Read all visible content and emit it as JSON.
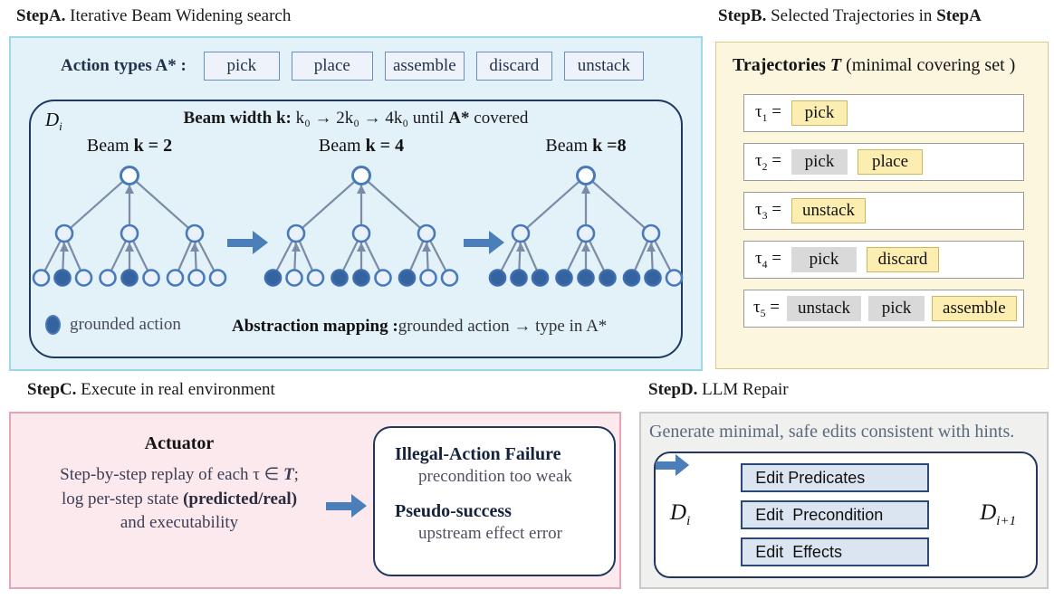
{
  "colors": {
    "panelA_bg": "#e3f1f9",
    "panelA_border": "#9dd8ea",
    "panelB_bg": "#fcf6df",
    "panelB_border": "#d9c98c",
    "panelC_bg": "#fbe9ee",
    "panelC_border": "#e4a4b4",
    "panelD_bg": "#f0f0ee",
    "panelD_border": "#c9c9c9",
    "inner_box_border": "#1e3a5e",
    "arrow_blue": "#4b7fb9",
    "tree_edge": "#7b8ca6",
    "node_stroke": "#4779bb",
    "node_filled_fill": "#34639f",
    "node_open_fill": "#eaf1fb",
    "chip_yellow_bg": "#fceeb0",
    "chip_yellow_border": "#ccb75f",
    "chip_gray_bg": "#d9d9d9",
    "edit_box_bg": "#dbe5f1",
    "edit_box_border": "#2a4a75",
    "action_btn_bg": "#edf2fb",
    "action_btn_border": "#6d8ebd"
  },
  "stepA": {
    "title_bold": "StepA.",
    "title_rest": " Iterative Beam Widening search",
    "action_label": "Action types A* :",
    "action_types": {
      "0": "pick",
      "1": "place",
      "2": "assemble",
      "3": "discard",
      "4": "unstack"
    },
    "domain_symbol": "D",
    "domain_sub": "i",
    "beam_header_bold": "Beam width k:",
    "beam_header_mid": " k₀ → 2k₀ → 4k₀ until ",
    "beam_header_bold2": "A*",
    "beam_header_end": " covered",
    "trees": [
      {
        "title_pre": "Beam ",
        "title_bold": "k = 2",
        "leaves": [
          0,
          1,
          0,
          0,
          1,
          0,
          0,
          0,
          0
        ]
      },
      {
        "title_pre": "Beam ",
        "title_bold": "k = 4",
        "leaves": [
          1,
          0,
          0,
          1,
          1,
          0,
          1,
          0,
          0
        ]
      },
      {
        "title_pre": "Beam ",
        "title_bold": "k =8",
        "leaves": [
          1,
          1,
          1,
          1,
          1,
          1,
          1,
          1,
          0
        ]
      }
    ],
    "legend_label": "grounded action",
    "mapping_bold": "Abstraction mapping :",
    "mapping_rest": "grounded action → type in A*"
  },
  "stepB": {
    "title_bold": "StepB.",
    "title_mid": " Selected Trajectories in ",
    "title_bold2": "StepA",
    "header_bold": "Trajectories ",
    "header_script": "T",
    "header_rest": " (minimal covering set )",
    "tau": "τ",
    "eq": "=",
    "rows": [
      {
        "sub": "1",
        "chips": [
          {
            "text": "pick",
            "variant": "yellow"
          }
        ]
      },
      {
        "sub": "2",
        "chips": [
          {
            "text": "pick",
            "variant": "gray"
          },
          {
            "text": "place",
            "variant": "yellow"
          }
        ]
      },
      {
        "sub": "3",
        "chips": [
          {
            "text": "unstack",
            "variant": "yellow"
          }
        ]
      },
      {
        "sub": "4",
        "chips": [
          {
            "text": "pick",
            "variant": "gray"
          },
          {
            "text": "discard",
            "variant": "yellow"
          }
        ]
      },
      {
        "sub": "5",
        "chips": [
          {
            "text": "unstack",
            "variant": "gray"
          },
          {
            "text": "pick",
            "variant": "gray"
          },
          {
            "text": "assemble",
            "variant": "yellow"
          }
        ]
      }
    ]
  },
  "stepC": {
    "title_bold": "StepC.",
    "title_rest": " Execute in real environment",
    "actuator_title": "Actuator",
    "line1_pre": "Step-by-step replay of each τ ∈ ",
    "line1_script": "T",
    "line1_end": ";",
    "line2_pre": "log per-step state ",
    "line2_bold": "(predicted/real)",
    "line3": "and executability",
    "failures": [
      {
        "title": "Illegal-Action Failure",
        "detail": "precondition too weak"
      },
      {
        "title": "Pseudo-success",
        "detail": "upstream effect error"
      }
    ]
  },
  "stepD": {
    "title_bold": "StepD.",
    "title_rest": " LLM Repair",
    "hint": "Generate minimal, safe edits consistent with hints.",
    "input_symbol": "D",
    "input_sub": "i",
    "edits": {
      "0": "Edit Predicates",
      "1": "Edit  Precondition",
      "2": "Edit  Effects"
    },
    "output_symbol": "D",
    "output_sub": "i+1"
  }
}
